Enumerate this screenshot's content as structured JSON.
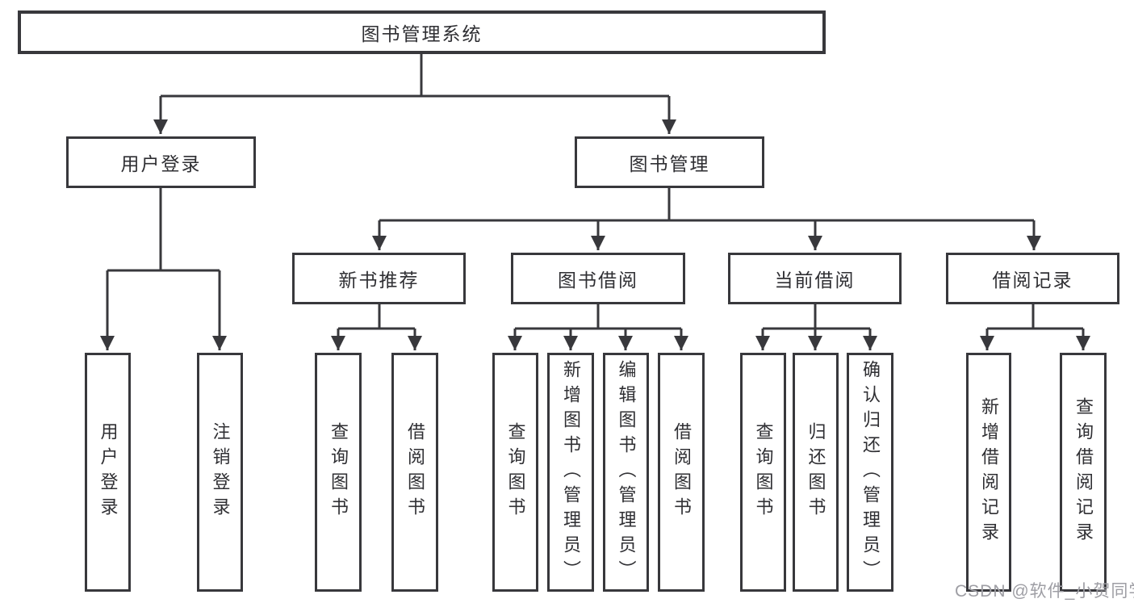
{
  "diagram": {
    "title": "图书管理系统",
    "branches": {
      "user": {
        "label": "用户登录",
        "children": [
          {
            "label": "用户登录"
          },
          {
            "label": "注销登录"
          }
        ]
      },
      "book": {
        "label": "图书管理",
        "sections": [
          {
            "label": "新书推荐",
            "children": [
              {
                "label": "查询图书"
              },
              {
                "label": "借阅图书"
              }
            ]
          },
          {
            "label": "图书借阅",
            "children": [
              {
                "label": "查询图书"
              },
              {
                "label": "新增图书（管理员）"
              },
              {
                "label": "编辑图书（管理员）"
              },
              {
                "label": "借阅图书"
              }
            ]
          },
          {
            "label": "当前借阅",
            "children": [
              {
                "label": "查询图书"
              },
              {
                "label": "归还图书"
              },
              {
                "label": "确认归还（管理员）"
              }
            ]
          },
          {
            "label": "借阅记录",
            "children": [
              {
                "label": "新增借阅记录"
              },
              {
                "label": "查询借阅记录"
              }
            ]
          }
        ]
      }
    },
    "watermark": "CSDN @软件_小贺同学",
    "colors": {
      "line": "#38383c",
      "text": "#2f2f33",
      "watermark": "#9e9ea4",
      "background": "#ffffff"
    }
  }
}
